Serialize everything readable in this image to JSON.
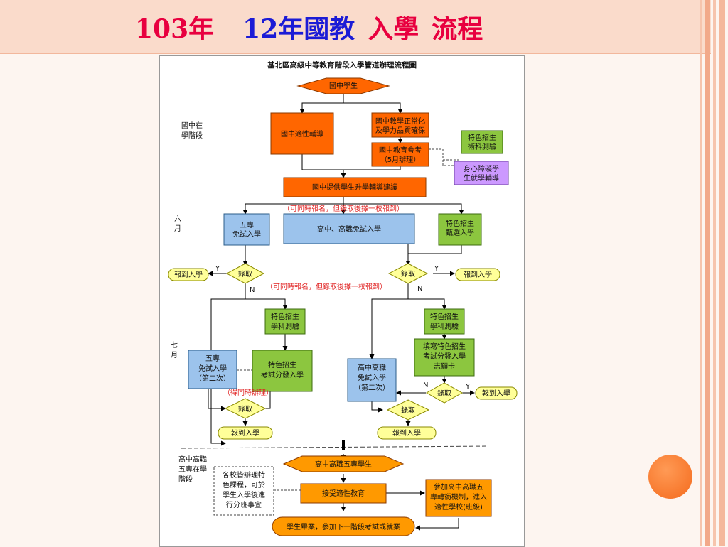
{
  "slide": {
    "title_part1": "103年",
    "title_part2": "12年國教",
    "title_part3": "入學",
    "title_part4": "流程",
    "colors": {
      "title_red": "#e8003f",
      "title_blue": "#1b1bd6",
      "orange": "#ff6600",
      "green": "#8cc63f",
      "blue": "#9cc3ec",
      "yellow": "#ffff99",
      "purple": "#cc99ff"
    }
  },
  "diagram": {
    "title": "基北區高級中等教育階段入學管道辦理流程圖",
    "stage_junior_1": "國中在",
    "stage_junior_2": "學階段",
    "month_june_1": "六",
    "month_june_2": "月",
    "month_july_1": "七",
    "month_july_2": "月",
    "stage_senior_1": "高中高職",
    "stage_senior_2": "五專在學",
    "stage_senior_3": "階段",
    "start": "國中學生",
    "counsel": "國中適性輔導",
    "normal_1": "國中教學正常化",
    "normal_2": "及學力品質確保",
    "exam_1": "國中教育會考",
    "exam_2": "（5月辦理）",
    "arts_1": "特色招生",
    "arts_2": "術科測驗",
    "disabled_1": "身心障礙學",
    "disabled_2": "生就學輔導",
    "advice": "國中提供學生升學輔導建議",
    "note_multi_1": "（可同時報名，但錄取後擇一校報到）",
    "note_multi_2": "（可同時報名，但錄取後擇一校報到）",
    "note_same_time": "（得同時辦理）",
    "jc_free_1": "五專",
    "jc_free_2": "免試入學",
    "hs_free": "高中、高職免試入學",
    "special_select_1": "特色招生",
    "special_select_2": "甄選入學",
    "admit": "錄取",
    "register": "報到入學",
    "yes": "Y",
    "no": "N",
    "special_test_1": "特色招生",
    "special_test_2": "學科測驗",
    "jc_second_1": "五專",
    "jc_second_2": "免試入學",
    "jc_second_3": "（第二次）",
    "special_assign_1": "特色招生",
    "special_assign_2": "考試分發入學",
    "fill_1": "填寫特色招生",
    "fill_2": "考試分發入學",
    "fill_3": "志願卡",
    "hs_second_1": "高中高職",
    "hs_second_2": "免試入學",
    "hs_second_3": "（第二次）",
    "senior_students": "高中高職五專學生",
    "school_note_1": "各校皆辦理特",
    "school_note_2": "色課程，可於",
    "school_note_3": "學生入學後進",
    "school_note_4": "行分班事宜",
    "adaptive": "接受適性教育",
    "transfer_1": "參加高中高職五",
    "transfer_2": "專轉銜機制，進入",
    "transfer_3": "適性學校(班級)",
    "graduate": "學生畢業，參加下一階段考試或就業"
  }
}
